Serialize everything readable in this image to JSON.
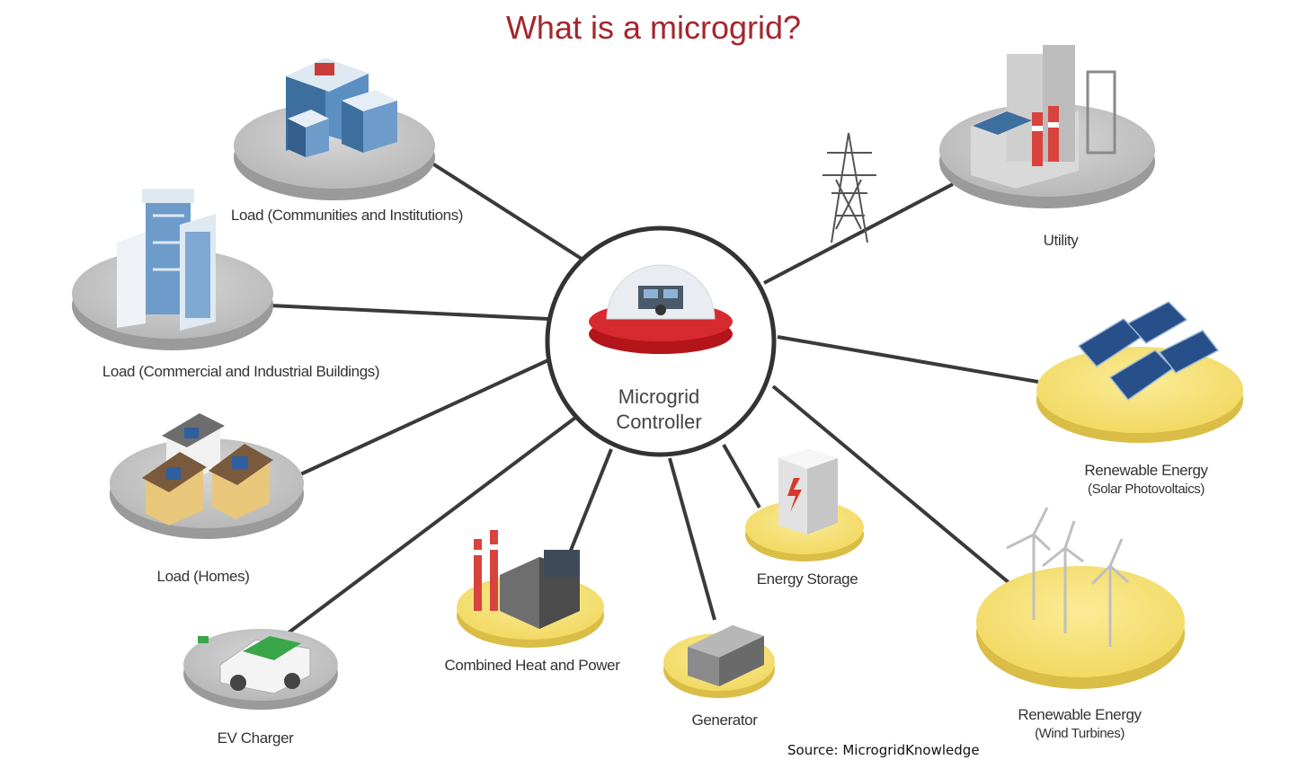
{
  "title": "What is a microgrid?",
  "center": {
    "line1": "Microgrid",
    "line2": "Controller"
  },
  "nodes": {
    "communities": {
      "label": "Load (Communities and Institutions)"
    },
    "commercial": {
      "label": "Load (Commercial and Industrial Buildings)"
    },
    "homes": {
      "label": "Load (Homes)"
    },
    "ev": {
      "label": "EV Charger"
    },
    "chp": {
      "label": "Combined Heat and Power"
    },
    "generator": {
      "label": "Generator"
    },
    "storage": {
      "label": "Energy Storage"
    },
    "utility": {
      "label": "Utility"
    },
    "solar": {
      "label": "Renewable Energy",
      "sub": "(Solar Photovoltaics)"
    },
    "wind": {
      "label": "Renewable Energy",
      "sub": "(Wind Turbines)"
    }
  },
  "source": "Source: MicrogridKnowledge",
  "colors": {
    "title": "#a4262c",
    "gray_platform": "#c9c9c9",
    "yellow_platform": "#f6e27a",
    "controller_base": "#b3151b",
    "lines": "#3a3a3a"
  }
}
